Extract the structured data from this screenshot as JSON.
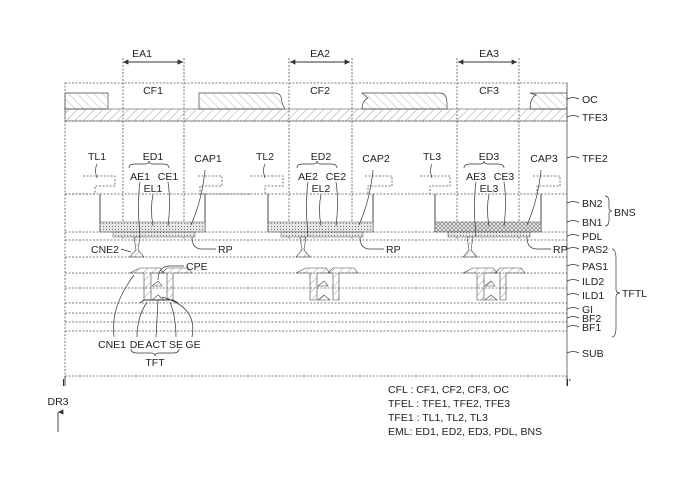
{
  "figure": {
    "emission_areas": [
      "EA1",
      "EA2",
      "EA3"
    ],
    "color_filters": [
      "CF1",
      "CF2",
      "CF3"
    ],
    "top_layers": {
      "overcoat": "OC",
      "encap3": "TFE3",
      "encap2": "TFE2"
    },
    "pixels": [
      {
        "touch_line": "TL1",
        "element": "ED1",
        "anode": "AE1",
        "cathode": "CE1",
        "emission_layer": "EL1",
        "capping": "CAP1",
        "rp": "RP"
      },
      {
        "touch_line": "TL2",
        "element": "ED2",
        "anode": "AE2",
        "cathode": "CE2",
        "emission_layer": "EL2",
        "capping": "CAP2",
        "rp": "RP"
      },
      {
        "touch_line": "TL3",
        "element": "ED3",
        "anode": "AE3",
        "cathode": "CE3",
        "emission_layer": "EL3",
        "capping": "CAP3",
        "rp": "RP"
      }
    ],
    "bank": {
      "upper": "BN2",
      "lower": "BN1",
      "group": "BNS"
    },
    "right_layers": [
      "PDL",
      "PAS2",
      "PAS1",
      "ILD2",
      "ILD1",
      "GI",
      "BF2",
      "BF1"
    ],
    "tft_layer_group": "TFTL",
    "substrate": "SUB",
    "tft_labels": {
      "cne2": "CNE2",
      "cpe": "CPE",
      "cne1": "CNE1",
      "de": "DE",
      "act": "ACT",
      "se": "SE",
      "ge": "GE",
      "group": "TFT"
    },
    "section_start": "I",
    "section_end": "I'",
    "direction": "DR3",
    "legend": [
      "CFL : CF1, CF2, CF3, OC",
      "TFEL : TFE1, TFE2, TFE3",
      "TFE1 : TL1, TL2, TL3",
      "EML: ED1, ED2, ED3, PDL, BNS"
    ]
  }
}
